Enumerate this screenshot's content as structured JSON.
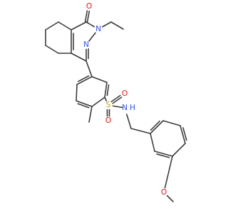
{
  "molecule": {
    "atom_labels": [
      {
        "id": "O_carbonyl",
        "text": "O",
        "color": "#ff0d0d"
      },
      {
        "id": "N_pyridazinone",
        "text": "N",
        "color": "#3050f8"
      },
      {
        "id": "N_imine",
        "text": "N",
        "color": "#3050f8"
      },
      {
        "id": "S_sulfonyl",
        "text": "S",
        "color": "#c8a000"
      },
      {
        "id": "O_sulfonyl_top",
        "text": "O",
        "color": "#ff0d0d"
      },
      {
        "id": "O_sulfonyl_bottom",
        "text": "O",
        "color": "#ff0d0d"
      },
      {
        "id": "NH_sulfonamide",
        "text": "N",
        "color": "#3050f8"
      },
      {
        "id": "H_sulfonamide",
        "text": "H",
        "color": "#3050f8"
      },
      {
        "id": "O_methoxy",
        "text": "O",
        "color": "#ff0d0d"
      }
    ],
    "bond_color": "#3c3c3c"
  }
}
